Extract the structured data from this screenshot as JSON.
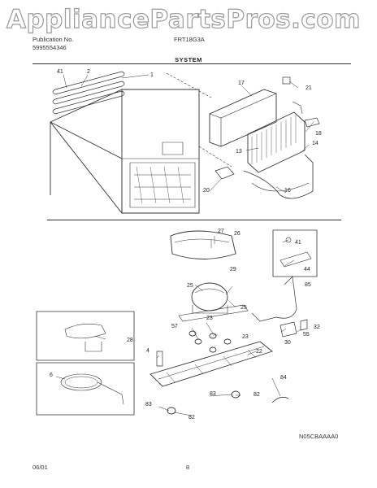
{
  "watermark": "AppliancePartsPros.com",
  "header": {
    "publication_label": "Publication No.",
    "publication_number": "5995554346",
    "model": "FRT18G3A",
    "section": "SYSTEM"
  },
  "callouts": [
    "41",
    "2",
    "1",
    "17",
    "21",
    "18",
    "13",
    "14",
    "20",
    "16",
    "27",
    "26",
    "29",
    "41",
    "44",
    "25",
    "25",
    "85",
    "23",
    "57",
    "28",
    "23",
    "32",
    "55",
    "30",
    "4",
    "22",
    "6",
    "84",
    "83",
    "82",
    "83",
    "82"
  ],
  "diagram_code": "N05CBAAAA0",
  "footer": {
    "date": "06/01",
    "page": "8"
  }
}
